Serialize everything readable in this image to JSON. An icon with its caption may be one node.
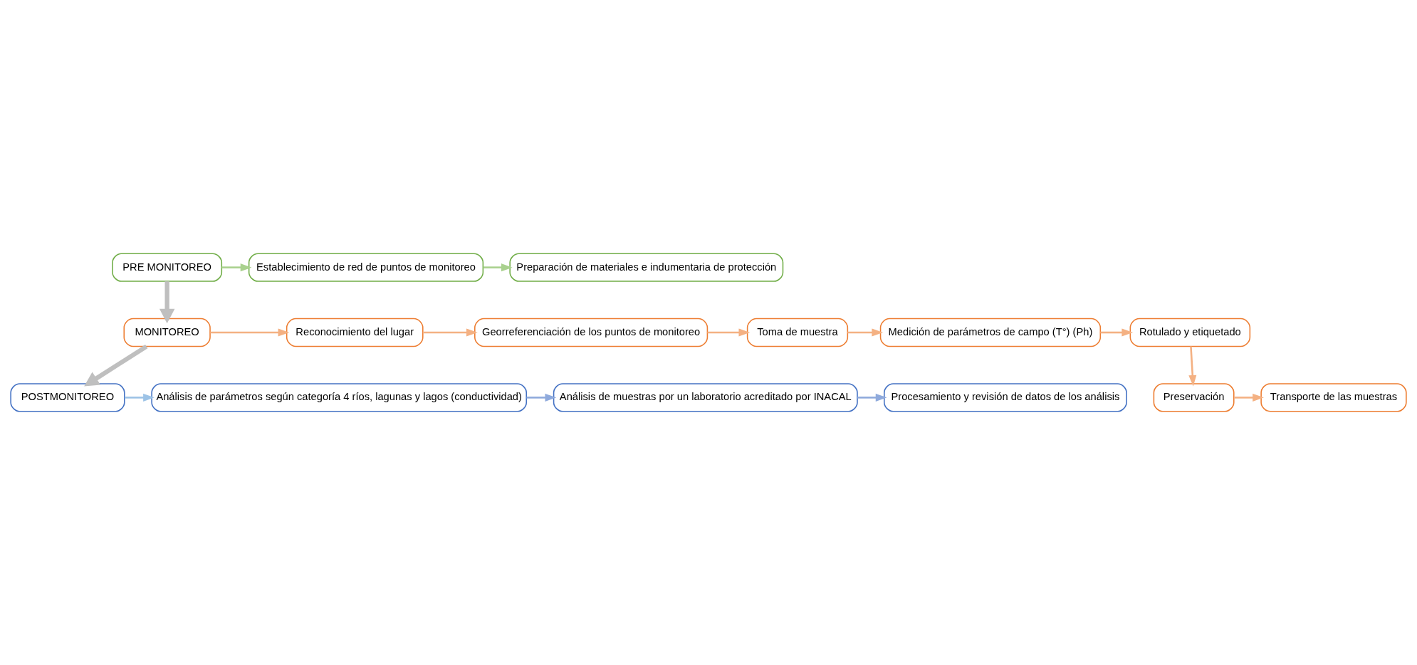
{
  "diagram": {
    "nodes": [
      {
        "text": [
          "PRE MONITOREO"
        ]
      },
      {
        "text": [
          "Establecimiento de red de puntos de monitoreo"
        ]
      },
      {
        "text": [
          "Preparación de materiales e indumentaria de protección"
        ]
      },
      {
        "text": [
          "MONITOREO"
        ]
      },
      {
        "text": [
          "Reconocimiento del lugar"
        ]
      },
      {
        "text": [
          "Georreferenciación de los puntos de monitoreo"
        ]
      },
      {
        "text": [
          "Toma de muestra"
        ]
      },
      {
        "text": [
          "Medición de parámetros de campo (T°) (Ph)"
        ]
      },
      {
        "text": [
          "Rotulado y etiquetado"
        ]
      },
      {
        "text": [
          "Preservación"
        ]
      },
      {
        "text": [
          "Transporte de las muestras"
        ]
      },
      {
        "text": [
          "POSTMONITOREO"
        ]
      },
      {
        "text": [
          "Análisis de parámetros según categoría 4 ríos, lagunas y lagos (conductividad)"
        ]
      },
      {
        "text": [
          "Análisis de muestras por un laboratorio acreditado por INACAL"
        ]
      },
      {
        "text": [
          "Procesamiento y revisión de datos de los análisis"
        ]
      }
    ],
    "edges": [
      {
        "from": 0,
        "to": 1,
        "arrow": "to",
        "color": "#a9d18e"
      },
      {
        "from": 1,
        "to": 2,
        "arrow": "to",
        "color": "#a9d18e"
      },
      {
        "from": 0,
        "to": 3,
        "arrow": "to",
        "style": "thick",
        "color": "#bfbfbf"
      },
      {
        "from": 3,
        "to": 4,
        "arrow": "to"
      },
      {
        "from": 4,
        "to": 5,
        "arrow": "to"
      },
      {
        "from": 5,
        "to": 6,
        "arrow": "to"
      },
      {
        "from": 6,
        "to": 7,
        "arrow": "to"
      },
      {
        "from": 7,
        "to": 8,
        "arrow": "to"
      },
      {
        "from": 8,
        "to": 9,
        "arrow": "to"
      },
      {
        "from": 9,
        "to": 10,
        "arrow": "to"
      },
      {
        "from": 3,
        "to": 11,
        "arrow": "to",
        "style": "thick",
        "color": "#bfbfbf"
      },
      {
        "from": 11,
        "to": 12,
        "arrow": "to",
        "color": "#9dc3e6"
      },
      {
        "from": 12,
        "to": 13,
        "arrow": "to",
        "color": "#8faadc"
      },
      {
        "from": 13,
        "to": 14,
        "arrow": "to",
        "color": "#8faadc"
      }
    ]
  }
}
